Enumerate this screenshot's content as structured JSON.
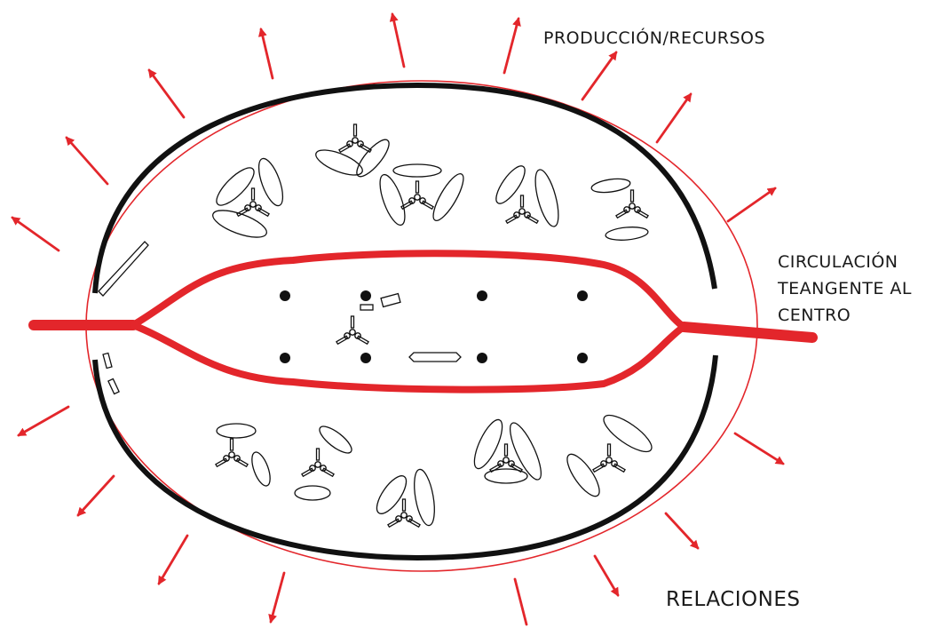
{
  "labels": {
    "production": "PRODUCCIÓN/RECURSOS",
    "circulation": "CIRCULACIÓN\nTEANGENTE AL\nCENTRO",
    "relations": "RELACIONES"
  },
  "colors": {
    "accent_red": "#e3262b",
    "ink": "#111111",
    "background": "#ffffff"
  },
  "icons": [
    "outward-arrow-icon",
    "tripod-seating-icon",
    "column-dot-icon",
    "table-rect-icon"
  ]
}
